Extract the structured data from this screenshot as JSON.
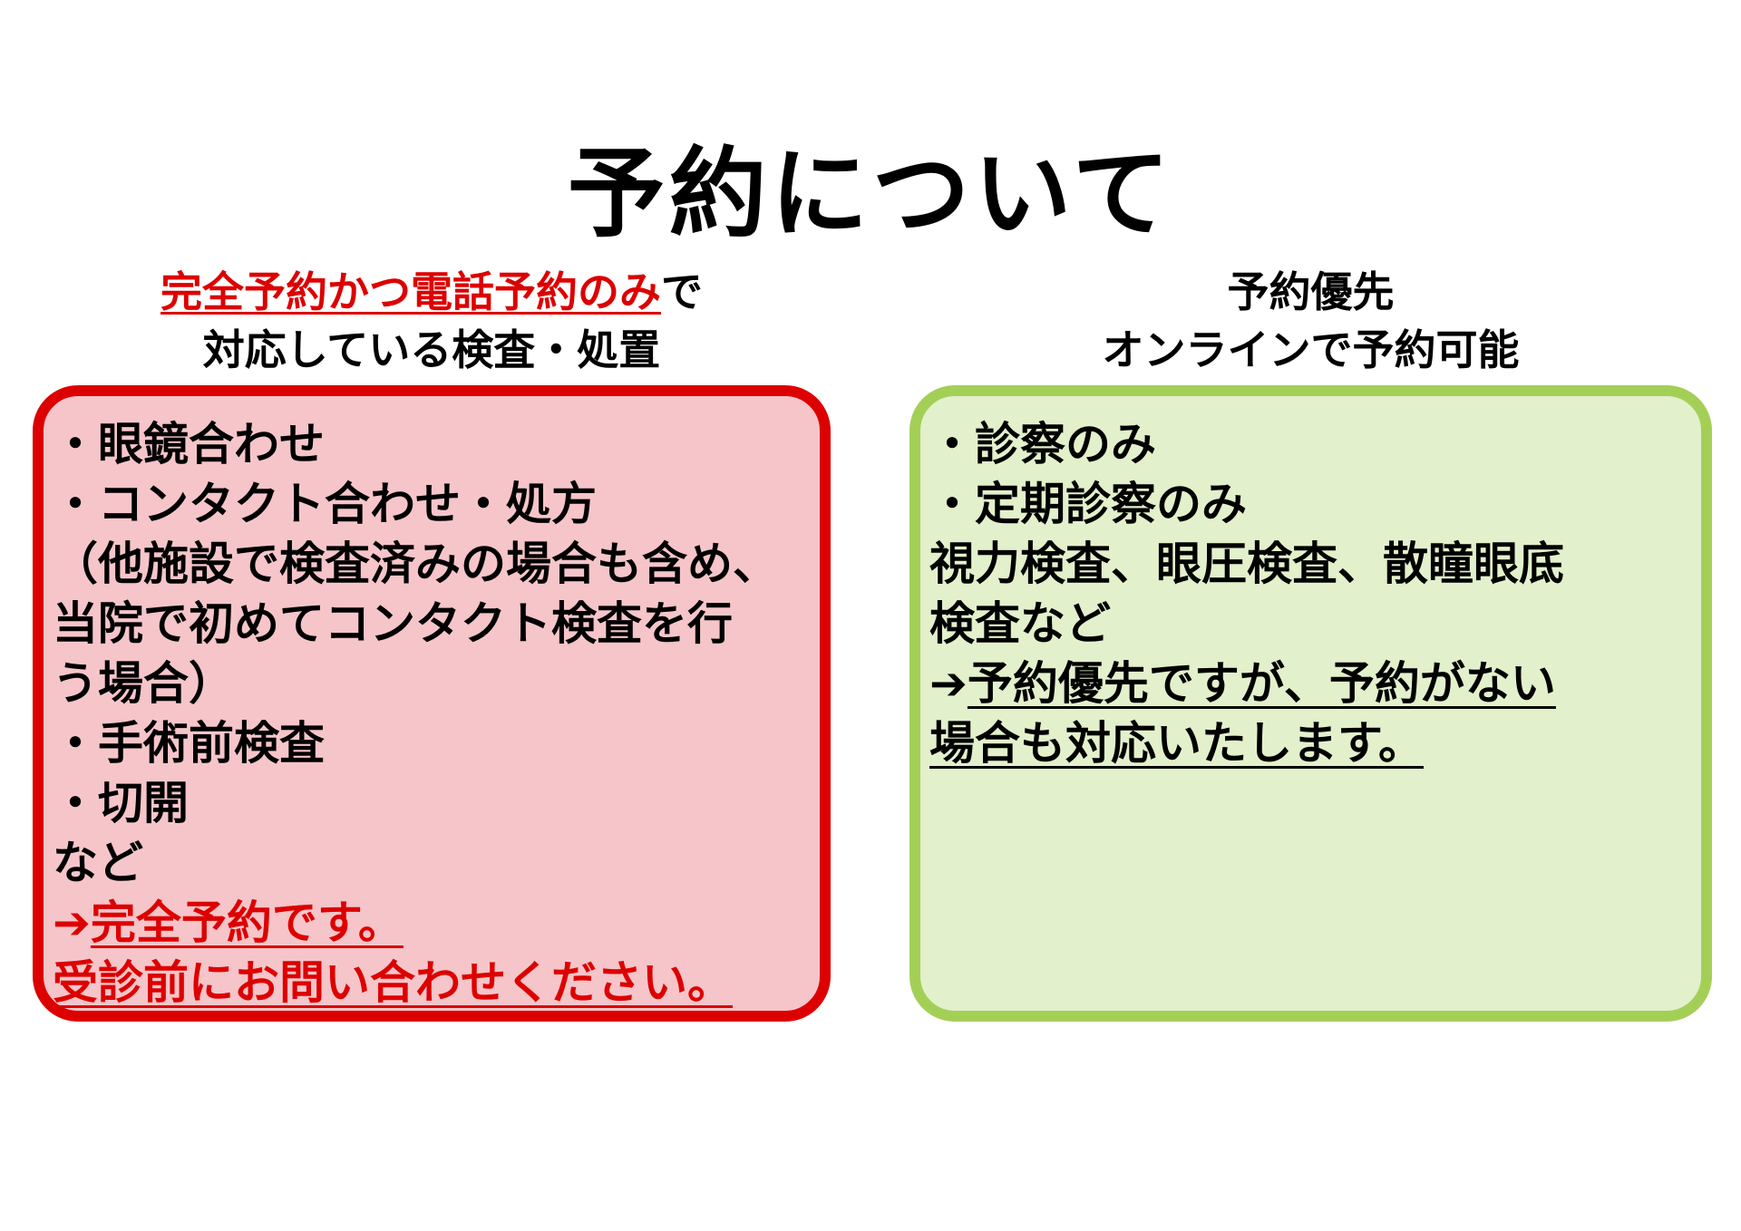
{
  "title": "予約について",
  "colors": {
    "red_accent": "#dd0000",
    "red_box_fill": "#f5c5c9",
    "green_border": "#a4cf57",
    "green_box_fill": "#e2f0cb"
  },
  "left": {
    "heading_line1_emphasis": "完全予約かつ電話予約のみ",
    "heading_line1_suffix": "で",
    "heading_line2": "対応している検査・処置",
    "items": [
      "・眼鏡合わせ",
      "・コンタクト合わせ・処方",
      "（他施設で検査済みの場合も含め、",
      "当院で初めてコンタクト検査を行",
      "う場合）",
      "・手術前検査",
      "・切開",
      "など"
    ],
    "note_arrow": "➔",
    "note_line1": "完全予約です。",
    "note_line2": "受診前にお問い合わせください。"
  },
  "right": {
    "heading_line1": "予約優先",
    "heading_line2": "オンラインで予約可能",
    "items": [
      "・診察のみ",
      "・定期診察のみ",
      "視力検査、眼圧検査、散瞳眼底",
      "検査など"
    ],
    "note_arrow": "➔",
    "note_line1": "予約優先ですが、予約がない",
    "note_line2": "場合も対応いたします。"
  }
}
